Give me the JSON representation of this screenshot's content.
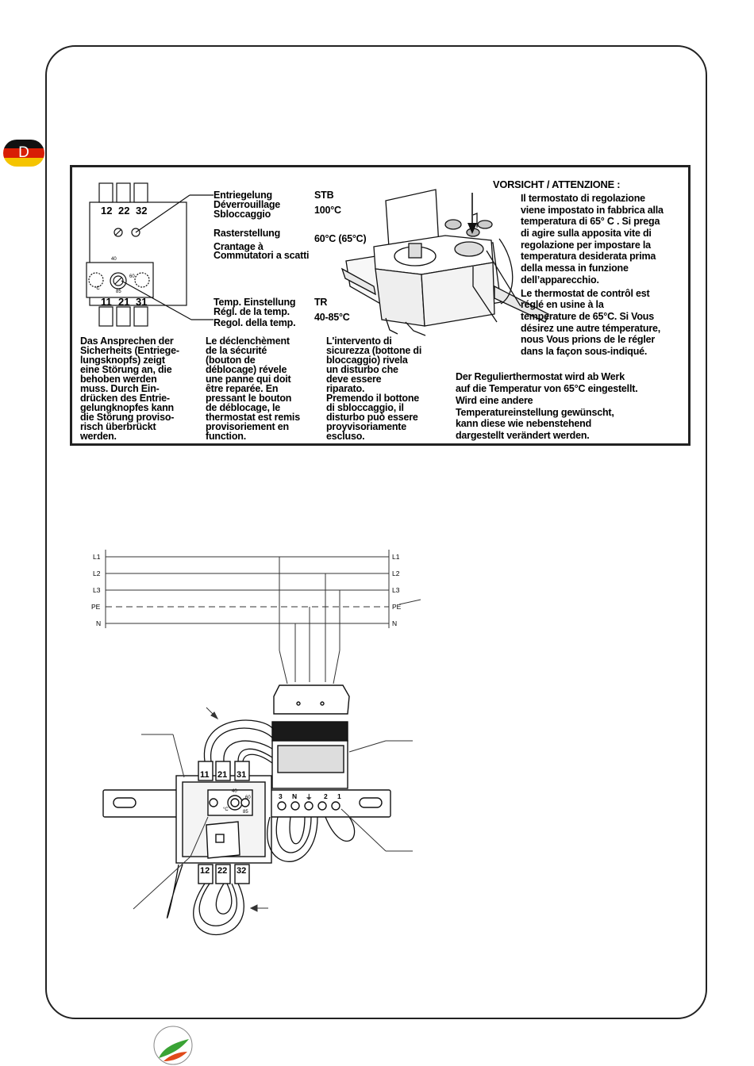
{
  "flag": {
    "label": "D"
  },
  "panel": {
    "terminal_top": [
      "12",
      "22",
      "32"
    ],
    "terminal_bottom": [
      "11",
      "21",
      "31"
    ],
    "dial": {
      "top": "40",
      "right": "60",
      "bottom": "85",
      "left": "°C"
    },
    "stb": {
      "lines": [
        "Entriegelung",
        "Déverrouillage",
        "Sbloccaggio"
      ],
      "code": "STB",
      "value": "100°C"
    },
    "raster": {
      "lines": [
        "Rasterstellung",
        "Crantage à",
        "Commutatori a scatti"
      ],
      "value": "60°C (65°C)"
    },
    "tr": {
      "lines": [
        "Temp. Einstellung",
        "Régl. de la temp.",
        "Regol. della temp."
      ],
      "code": "TR",
      "value": "40-85°C"
    },
    "warning_title": "VORSICHT / ATTENZIONE :",
    "warning_it": [
      "Il termostato di regolazione",
      "viene impostato in fabbrica alla",
      "temperatura di 65° C . Si prega",
      "di agire sulla apposita vite di",
      "regolazione per impostare la",
      "temperatura desiderata prima",
      "della messa in funzione",
      "dell’apparecchio."
    ],
    "warning_fr": [
      "Le thermostat de contrôl  est",
      "réglé en usine à la",
      "temperature de 65°C. Si Vous",
      "désirez une autre témperature,",
      " nous Vous prions de le régler",
      "dans la façon sous-indiqué."
    ],
    "note_de": [
      "Der Reguliertherm​ostat wird ab Werk",
      "auf die Temperatur von 65°C eingestellt.",
      "Wird eine andere",
      "Temperatureinstellung gewünscht,",
      "kann diese wie nebenstehend",
      "dargestellt verändert werden."
    ],
    "col_de": [
      "Das Ansprechen der",
      "Sicherheits (Entriege-",
      "lungsknopfs) zeigt",
      "eine Störung an, die",
      "behoben werden",
      "muss. Durch Ein-",
      "drücken des Entrie-",
      "gelungknopfes kann",
      "die Störung proviso-",
      "risch überbrückt",
      "werden."
    ],
    "col_fr": [
      "Le déclenchèment",
      "de la sécurité",
      "(bouton de",
      "déblocage) révele",
      "une panne qui doit",
      "être reparée. En",
      "pressant le bouton",
      "de déblocage, le",
      "thermostat est remis",
      "provisoriement en",
      "function."
    ],
    "col_it": [
      "L'intervento di",
      "sicurezza (bottone di",
      "bloccaggio) rivela",
      "un disturbo che",
      "deve essere",
      "riparato.",
      "Premendo il bottone",
      "di sbloccaggio, il",
      "disturbo può essere",
      "proyvisoriamente",
      "escluso."
    ]
  },
  "wiring": {
    "lines_left": [
      "L1",
      "L2",
      "L3",
      "PE",
      "N"
    ],
    "lines_right": [
      "L1",
      "L2",
      "L3",
      "PE",
      "N"
    ],
    "terminals_top": [
      "11",
      "21",
      "31"
    ],
    "terminals_bottom": [
      "12",
      "22",
      "32"
    ],
    "block_labels": [
      "3",
      "N",
      "⏚",
      "2",
      "1"
    ],
    "dial": {
      "top": "40",
      "right": "60",
      "bottom": "85",
      "left": "°C"
    }
  }
}
